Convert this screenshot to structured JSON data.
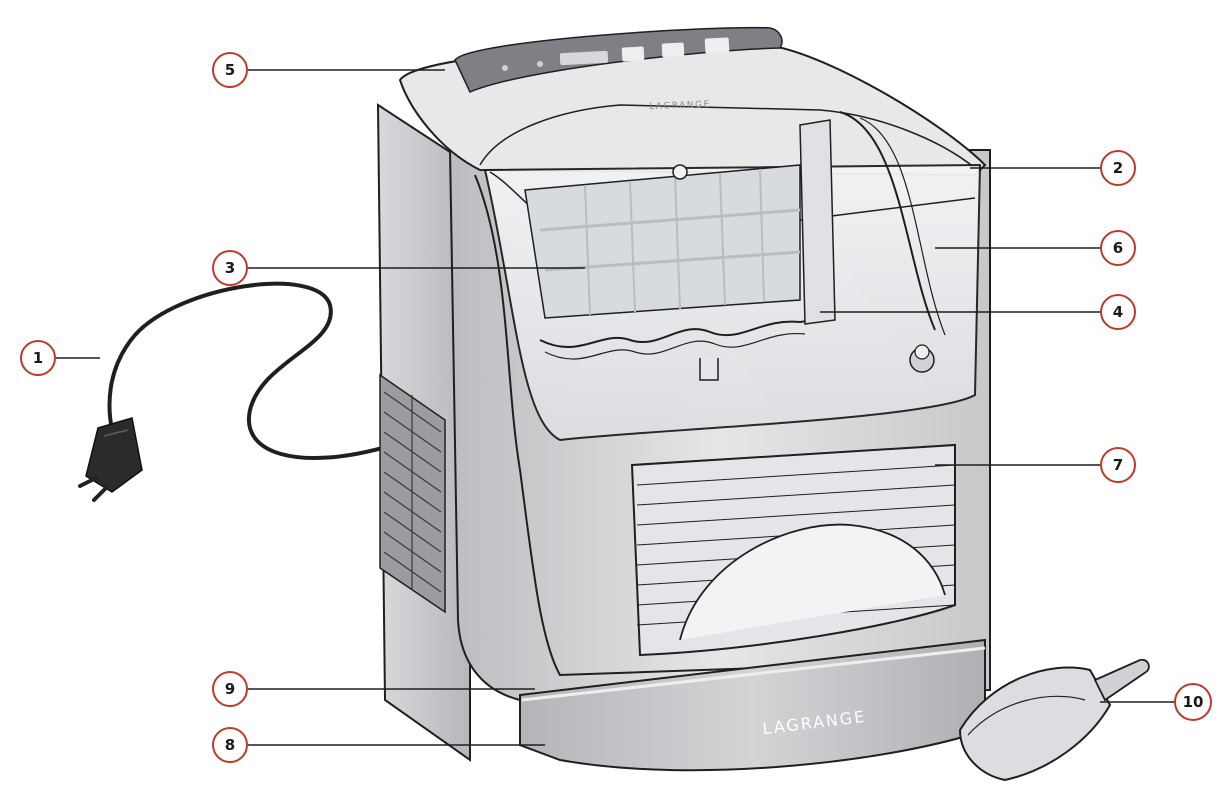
{
  "diagram": {
    "brand_front": "LAGRANGE",
    "brand_lid": "LAGRANGE",
    "callouts": [
      {
        "id": "1",
        "label": "1",
        "part": "power-cord-plug"
      },
      {
        "id": "2",
        "label": "2",
        "part": "lid"
      },
      {
        "id": "3",
        "label": "3",
        "part": "ice-cube-tray"
      },
      {
        "id": "4",
        "label": "4",
        "part": "ice-pusher"
      },
      {
        "id": "5",
        "label": "5",
        "part": "control-panel"
      },
      {
        "id": "6",
        "label": "6",
        "part": "water-tank"
      },
      {
        "id": "7",
        "label": "7",
        "part": "ice-basket"
      },
      {
        "id": "8",
        "label": "8",
        "part": "base"
      },
      {
        "id": "9",
        "label": "9",
        "part": "housing"
      },
      {
        "id": "10",
        "label": "10",
        "part": "ice-scoop"
      }
    ],
    "colors": {
      "callout_ring": "#c0392b",
      "outline": "#1f1f1f",
      "body_light": "#e4e4e6",
      "body_mid": "#c9c9cc",
      "body_dark": "#a9a9ad",
      "glass": "#eef0f2"
    }
  }
}
